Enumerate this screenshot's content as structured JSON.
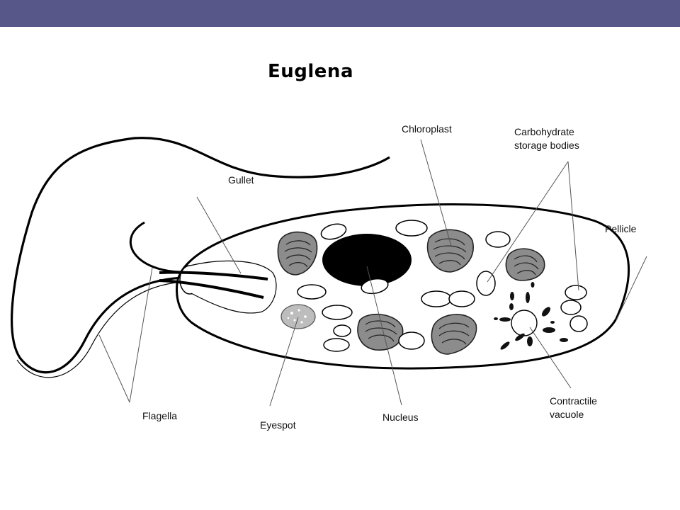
{
  "title": "Euglena",
  "colors": {
    "top_bar": "#585789",
    "chloroplast_fill": "#8c8c8c",
    "eyespot_fill": "#bdbdbd",
    "nucleus_fill": "#000000",
    "leader_line": "#555555"
  },
  "labels": {
    "chloroplast": "Chloroplast",
    "carbohydrate_line1": "Carbohydrate",
    "carbohydrate_line2": "storage bodies",
    "gullet": "Gullet",
    "pellicle": "Pellicle",
    "contractile_line1": "Contractile",
    "contractile_line2": "vacuole",
    "flagella": "Flagella",
    "eyespot": "Eyespot",
    "nucleus": "Nucleus"
  }
}
